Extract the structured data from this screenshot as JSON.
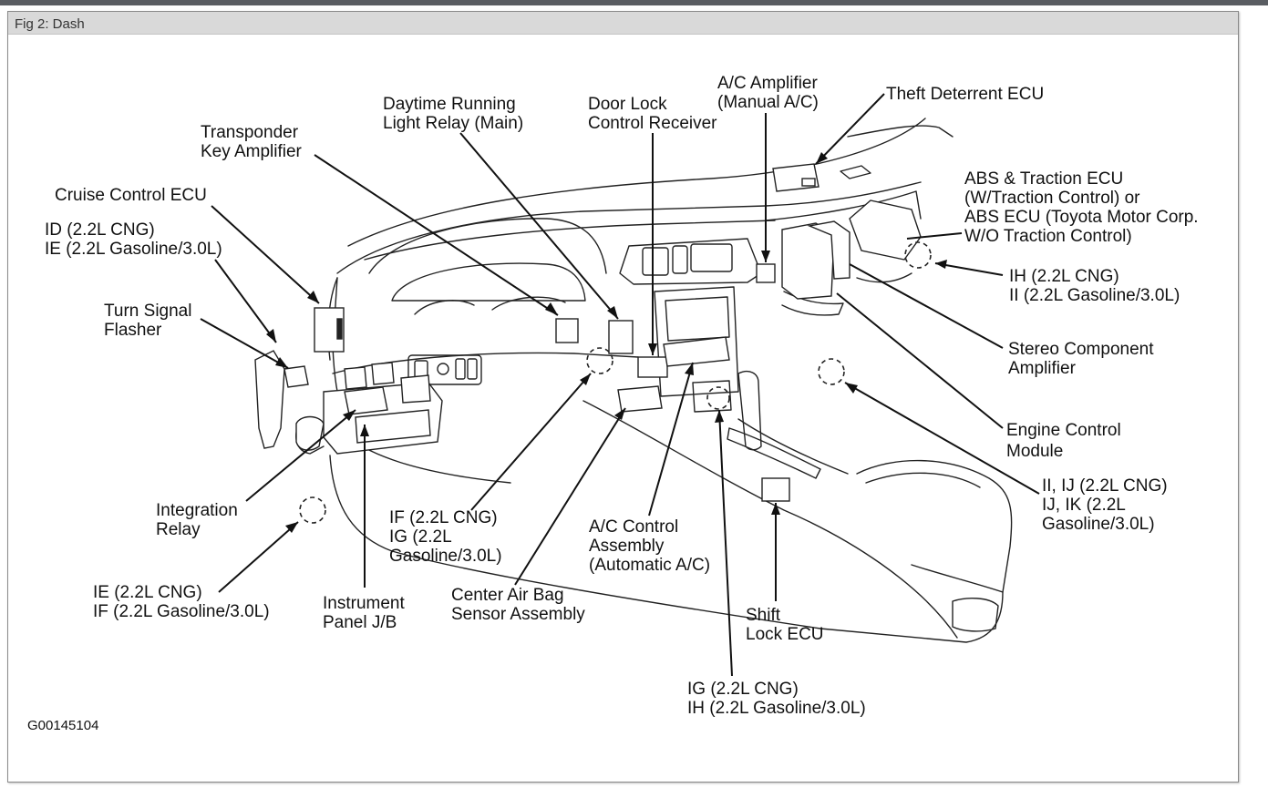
{
  "window": {
    "title": "Fig 2: Dash"
  },
  "diagram": {
    "labels": {
      "transponder": [
        "Transponder",
        "Key Amplifier"
      ],
      "drl_relay": [
        "Daytime Running",
        "Light Relay (Main)"
      ],
      "door_lock": [
        "Door Lock",
        "Control Receiver"
      ],
      "ac_amplifier": [
        "A/C Amplifier",
        "(Manual A/C)"
      ],
      "theft_ecu": [
        "Theft Deterrent ECU"
      ],
      "cruise_ecu": [
        "Cruise Control ECU"
      ],
      "abs_ecu": [
        "ABS & Traction ECU",
        "(W/Traction Control) or",
        "ABS ECU (Toyota Motor Corp.",
        "W/O Traction Control)"
      ],
      "connector_id_ie": [
        "ID (2.2L CNG)",
        "IE (2.2L Gasoline/3.0L)"
      ],
      "connector_ih_ii": [
        "IH (2.2L CNG)",
        "II (2.2L Gasoline/3.0L)"
      ],
      "turn_signal": [
        "Turn Signal",
        "Flasher"
      ],
      "stereo_amp": [
        "Stereo Component",
        "Amplifier"
      ],
      "ecm": [
        "Engine Control",
        "Module"
      ],
      "connector_ii_ij": [
        "II, IJ (2.2L CNG)",
        "IJ, IK (2.2L",
        "Gasoline/3.0L)"
      ],
      "integration_relay": [
        "Integration",
        "Relay"
      ],
      "connector_if_ig": [
        "IF (2.2L CNG)",
        "IG (2.2L",
        "Gasoline/3.0L)"
      ],
      "ac_control": [
        "A/C Control",
        "Assembly",
        "(Automatic A/C)"
      ],
      "shift_lock": [
        "Shift",
        "Lock ECU"
      ],
      "connector_ie_if": [
        "IE (2.2L CNG)",
        "IF (2.2L Gasoline/3.0L)"
      ],
      "instrument_jb": [
        "Instrument",
        "Panel J/B"
      ],
      "airbag_sensor": [
        "Center Air Bag",
        "Sensor Assembly"
      ],
      "connector_ig_ih": [
        "IG (2.2L CNG)",
        "IH (2.2L Gasoline/3.0L)"
      ]
    },
    "figure_id": "G00145104"
  }
}
